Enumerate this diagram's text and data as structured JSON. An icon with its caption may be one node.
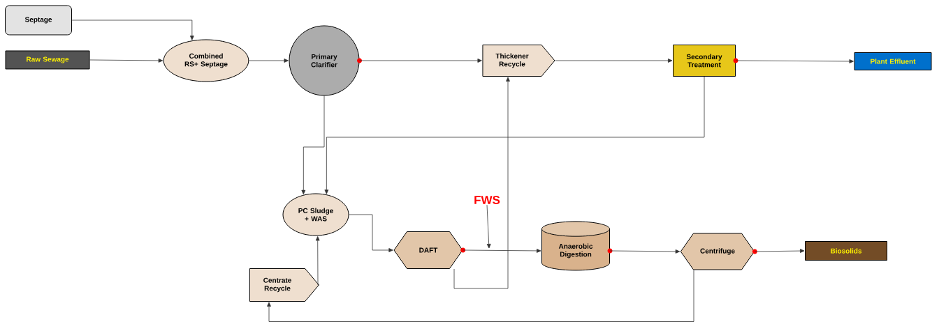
{
  "diagram": {
    "nodes": [
      {
        "text": [
          "Septage"
        ]
      },
      {
        "text": [
          "Raw Sewage"
        ]
      },
      {
        "text": [
          "Combined RS+ Septage"
        ]
      },
      {
        "text": [
          "Primary Clarifier"
        ]
      },
      {
        "text": [
          "Thickener Recycle"
        ]
      },
      {
        "text": [
          "Secondary Treatment"
        ]
      },
      {
        "text": [
          "Plant Effluent"
        ]
      },
      {
        "text": [
          "PC Sludge + WAS"
        ]
      },
      {
        "text": [
          "DAFT"
        ]
      },
      {
        "text": [
          "Anaerobic Digestion"
        ]
      },
      {
        "text": [
          "Centrifuge"
        ]
      },
      {
        "text": [
          "Biosolids"
        ]
      },
      {
        "text": [
          "Centrate Recycle"
        ]
      },
      {
        "text": [
          "FWS"
        ]
      }
    ],
    "edges": [
      {
        "from": 0,
        "to": 2,
        "arrow": "to"
      },
      {
        "from": 1,
        "to": 2,
        "arrow": "to"
      },
      {
        "from": 2,
        "to": 3,
        "arrow": "to"
      },
      {
        "from": 3,
        "to": 4,
        "arrow": "to"
      },
      {
        "from": 4,
        "to": 5,
        "arrow": "to"
      },
      {
        "from": 5,
        "to": 6,
        "arrow": "to"
      },
      {
        "from": 3,
        "to": 7,
        "arrow": "to"
      },
      {
        "from": 5,
        "to": 7,
        "arrow": "to"
      },
      {
        "from": 12,
        "to": 7,
        "arrow": "to"
      },
      {
        "from": 7,
        "to": 8,
        "arrow": "to"
      },
      {
        "from": 8,
        "to": 9,
        "arrow": "to"
      },
      {
        "from": 8,
        "to": 4,
        "arrow": "to"
      },
      {
        "from": 13,
        "to": null,
        "arrow": "to"
      },
      {
        "from": 9,
        "to": 10,
        "arrow": "to"
      },
      {
        "from": 10,
        "to": 11,
        "arrow": "to"
      },
      {
        "from": 10,
        "to": 12,
        "arrow": "to"
      }
    ]
  }
}
